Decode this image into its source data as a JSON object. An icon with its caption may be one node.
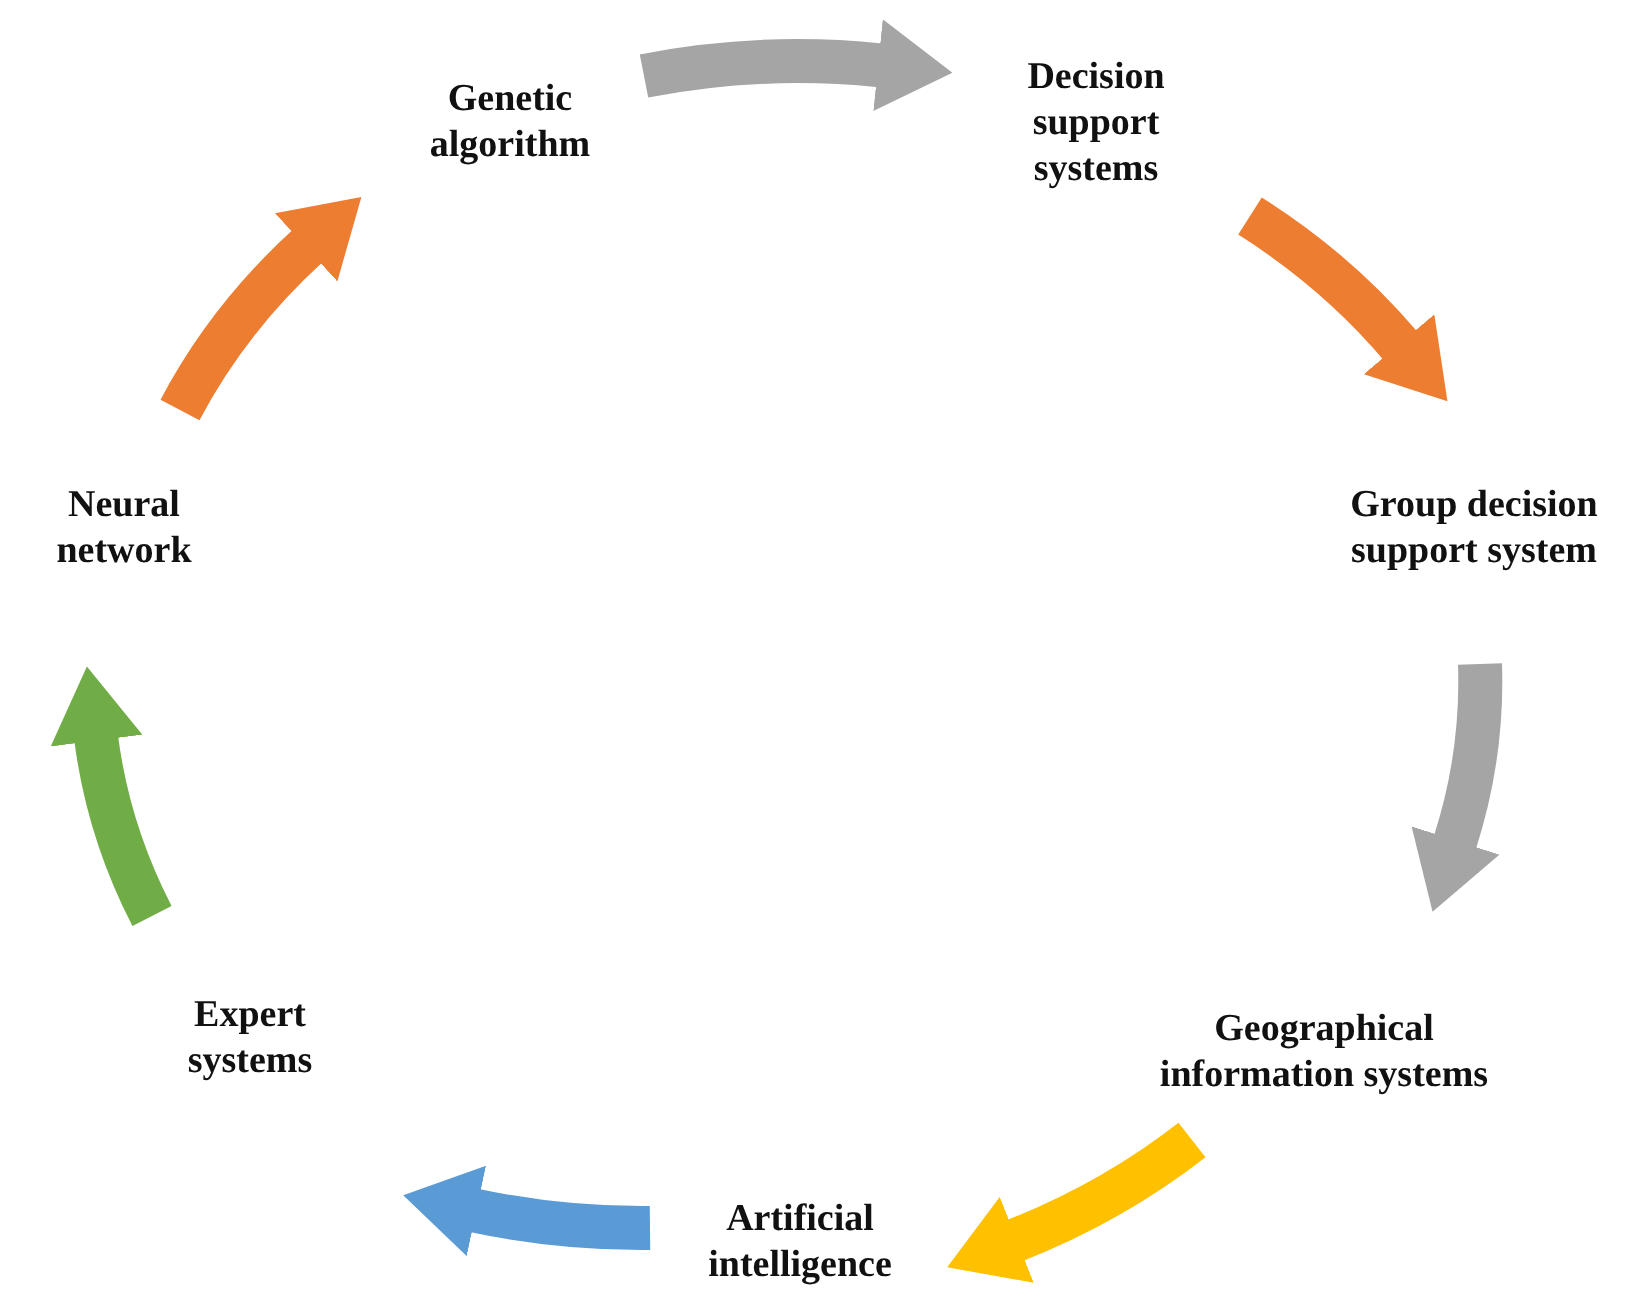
{
  "diagram": {
    "nodes": [
      {
        "text": [
          "Genetic algorithm"
        ]
      },
      {
        "text": [
          "Decision support systems"
        ]
      },
      {
        "text": [
          "Group decision support system"
        ]
      },
      {
        "text": [
          "Geographical information systems"
        ]
      },
      {
        "text": [
          "Artificial intelligence"
        ]
      },
      {
        "text": [
          "Expert systems"
        ]
      },
      {
        "text": [
          "Neural network"
        ]
      }
    ],
    "edges": [
      {
        "from": 0,
        "to": 1,
        "arrow": "to",
        "color": "#a5a5a5"
      },
      {
        "from": 1,
        "to": 2,
        "arrow": "to",
        "color": "#ed7d31"
      },
      {
        "from": 2,
        "to": 3,
        "arrow": "to",
        "color": "#a5a5a5"
      },
      {
        "from": 3,
        "to": 4,
        "arrow": "to",
        "color": "#ffc000"
      },
      {
        "from": 4,
        "to": 5,
        "arrow": "to",
        "color": "#5b9bd5"
      },
      {
        "from": 5,
        "to": 6,
        "arrow": "to",
        "color": "#70ad47"
      },
      {
        "from": 6,
        "to": 0,
        "arrow": "to",
        "color": "#ed7d31"
      }
    ]
  }
}
